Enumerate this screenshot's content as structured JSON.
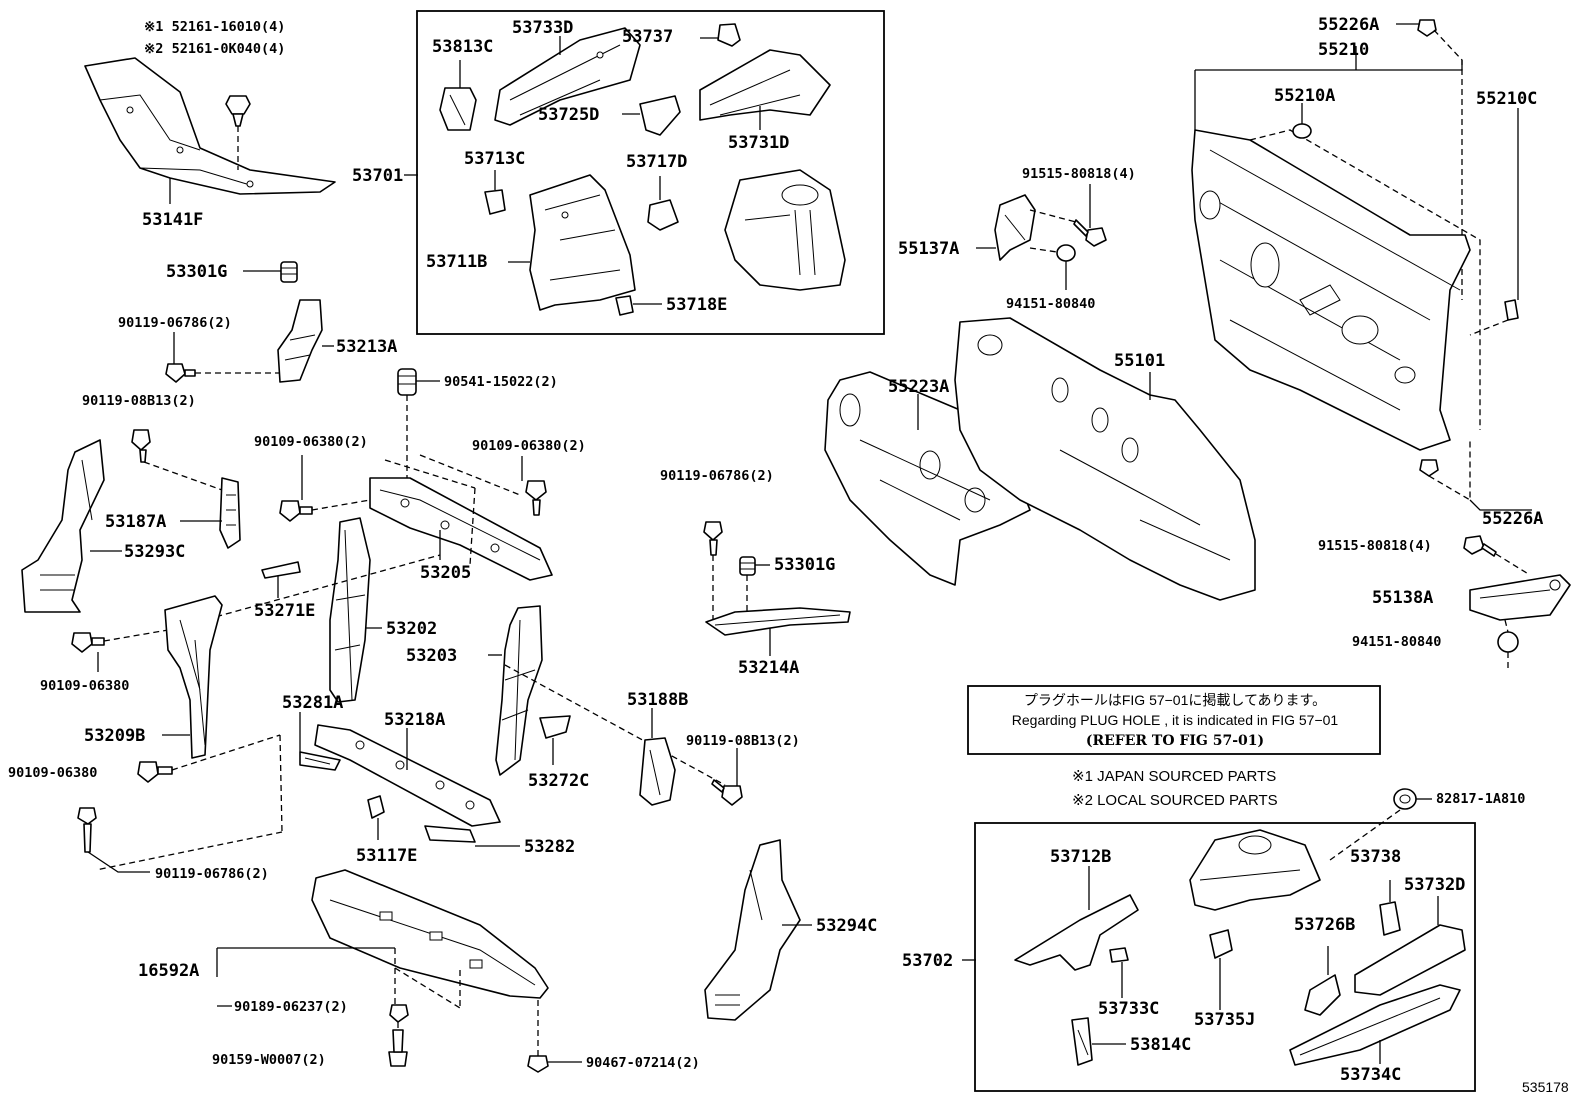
{
  "labels": {
    "p53141F": "53141F",
    "c52161a": "※1 52161-16010(4)",
    "c52161b": "※2 52161-0K040(4)",
    "p53301G_a": "53301G",
    "b90119_06786_a": "90119-06786(2)",
    "p53213A": "53213A",
    "b90119_08B13_a": "90119-08B13(2)",
    "p53187A": "53187A",
    "p53293C": "53293C",
    "p90541": "90541-15022(2)",
    "b90109_06380_a": "90109-06380(2)",
    "b90109_06380_b": "90109-06380(2)",
    "p53271E": "53271E",
    "p53205": "53205",
    "p53202": "53202",
    "b90109_06380_c": "90109-06380",
    "p53203": "53203",
    "p53209B": "53209B",
    "b90109_06380_d": "90109-06380",
    "p53281A": "53281A",
    "p53218A": "53218A",
    "p53272C": "53272C",
    "p53188B": "53188B",
    "b90119_08B13_b": "90119-08B13(2)",
    "p53117E": "53117E",
    "p53282": "53282",
    "b90119_06786_b": "90119-06786(2)",
    "p16592A": "16592A",
    "b90189": "90189-06237(2)",
    "b90159": "90159-W0007(2)",
    "b90467": "90467-07214(2)",
    "p53294C": "53294C",
    "b90119_06786_c": "90119-06786(2)",
    "p53301G_b": "53301G",
    "p53214A": "53214A",
    "p53701": "53701",
    "p53813C": "53813C",
    "p53733D": "53733D",
    "p53737": "53737",
    "p53725D": "53725D",
    "p53731D": "53731D",
    "p53713C": "53713C",
    "p53717D": "53717D",
    "p53711B": "53711B",
    "p53718E": "53718E",
    "p55226A_top": "55226A",
    "p55210": "55210",
    "p55210A": "55210A",
    "p55210C": "55210C",
    "b91515_a": "91515-80818(4)",
    "p55137A": "55137A",
    "b94151_a": "94151-80840",
    "p55223A": "55223A",
    "p55101": "55101",
    "p55226A_bot": "55226A",
    "b91515_b": "91515-80818(4)",
    "p55138A": "55138A",
    "b94151_b": "94151-80840",
    "b82817": "82817-1A810",
    "p53702": "53702",
    "p53712B": "53712B",
    "p53738": "53738",
    "p53732D": "53732D",
    "p53726B": "53726B",
    "p53733C": "53733C",
    "p53735J": "53735J",
    "p53814C": "53814C",
    "p53734C": "53734C",
    "fig_number": "535178"
  },
  "note": {
    "line_jp": "プラグホールはFIG 57−01に掲載してあります。",
    "line_en": "Regarding PLUG HOLE , it is indicated in FIG 57−01",
    "line_ref": "(REFER TO FIG 57-01)"
  },
  "legend": {
    "item1": "※1 JAPAN SOURCED PARTS",
    "item2": "※2 LOCAL SOURCED PARTS"
  }
}
